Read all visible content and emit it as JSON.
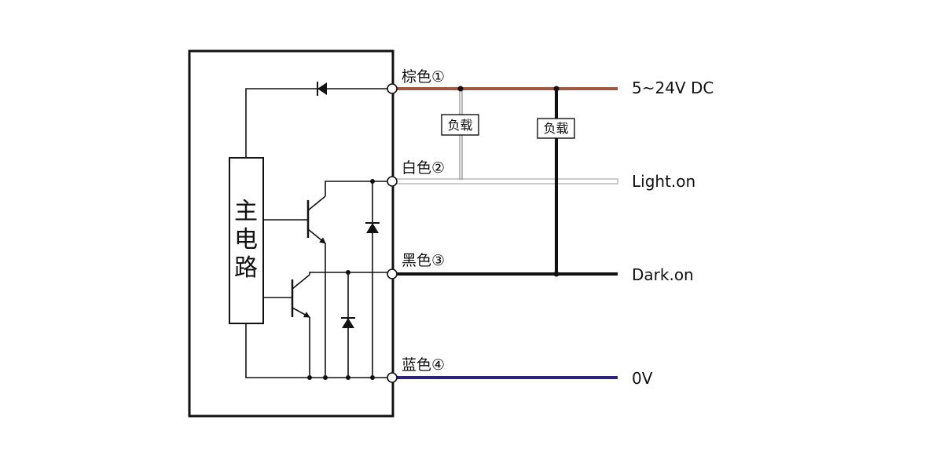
{
  "diagram": {
    "main_circuit_label": [
      "主",
      "电",
      "路"
    ],
    "load_label": "负载",
    "colors": {
      "brown": "#9c5a45",
      "white_wire": "#b4b4b4",
      "black_wire": "#111111",
      "blue": "#2e2570",
      "line": "#111111"
    },
    "terminals": [
      {
        "label": "棕色①",
        "wire": "brown",
        "output_label": "5~24V DC"
      },
      {
        "label": "白色②",
        "wire": "white",
        "output_label": "Light.on"
      },
      {
        "label": "黑色③",
        "wire": "black",
        "output_label": "Dark.on"
      },
      {
        "label": "蓝色④",
        "wire": "blue",
        "output_label": "0V"
      }
    ]
  }
}
